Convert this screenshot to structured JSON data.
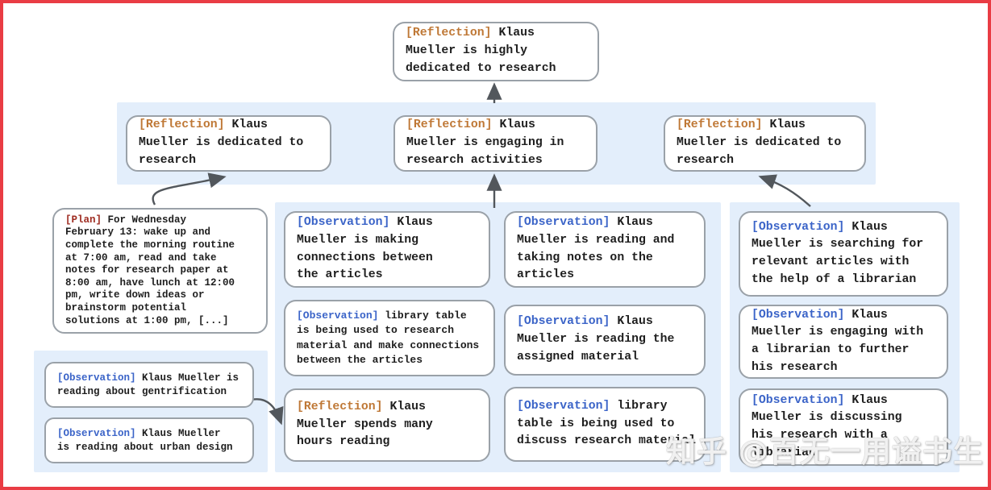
{
  "title": "Klaus Mueller reflection tree diagram",
  "watermark": "知乎 @百无一用谥书生",
  "colors": {
    "frame_border": "#e93c44",
    "panel_blue": "#e3eefb",
    "box_border": "#9aa1a8",
    "text": "#1e1e1e",
    "tag_reflection": "#bf7836",
    "tag_plan": "#9e2b20",
    "tag_observation": "#3b64c8",
    "arrow": "#52575c"
  },
  "nodes": {
    "top_reflection": {
      "tag": "[Reflection]",
      "tag_type": "reflection",
      "text": " Klaus\nMueller is highly\ndedicated to research"
    },
    "row2_left_reflection": {
      "tag": "[Reflection]",
      "tag_type": "reflection",
      "text": " Klaus\nMueller is dedicated to\nresearch"
    },
    "row2_mid_reflection": {
      "tag": "[Reflection]",
      "tag_type": "reflection",
      "text": " Klaus\nMueller is engaging in\nresearch activities"
    },
    "row2_right_reflection": {
      "tag": "[Reflection]",
      "tag_type": "reflection",
      "text": " Klaus\nMueller is dedicated to\nresearch"
    },
    "plan": {
      "tag": "[Plan]",
      "tag_type": "plan",
      "text": " For Wednesday\nFebruary 13: wake up and\ncomplete the morning routine\nat 7:00 am, read and take\nnotes for research paper at\n8:00 am, have lunch at 12:00\npm, write down ideas or\nbrainstorm potential\nsolutions at 1:00 pm, [...]"
    },
    "obs_gentrification": {
      "tag": "[Observation]",
      "tag_type": "observation",
      "text": " Klaus Mueller is\nreading about gentrification"
    },
    "obs_urban_design": {
      "tag": "[Observation]",
      "tag_type": "observation",
      "text": " Klaus Mueller\nis reading about urban design"
    },
    "obs_making_connections": {
      "tag": "[Observation]",
      "tag_type": "observation",
      "text": " Klaus\nMueller is making\nconnections between\nthe articles"
    },
    "obs_library_research": {
      "tag": "[Observation]",
      "tag_type": "observation",
      "text": " library table\nis being used to research\nmaterial and make connections\nbetween the articles"
    },
    "refl_hours_reading": {
      "tag": "[Reflection]",
      "tag_type": "reflection",
      "text": " Klaus\nMueller spends many\nhours reading"
    },
    "obs_taking_notes": {
      "tag": "[Observation]",
      "tag_type": "observation",
      "text": " Klaus\nMueller is reading and\ntaking notes on the\narticles"
    },
    "obs_assigned_material": {
      "tag": "[Observation]",
      "tag_type": "observation",
      "text": " Klaus\nMueller is reading the\nassigned material"
    },
    "obs_library_discuss": {
      "tag": "[Observation]",
      "tag_type": "observation",
      "text": " library\ntable is being used to\ndiscuss research material"
    },
    "obs_searching_articles": {
      "tag": "[Observation]",
      "tag_type": "observation",
      "text": " Klaus\nMueller is searching for\nrelevant articles with\nthe help of a librarian"
    },
    "obs_engaging_librarian": {
      "tag": "[Observation]",
      "tag_type": "observation",
      "text": " Klaus\nMueller is engaging with\na librarian to further\nhis research"
    },
    "obs_discussing_librarian": {
      "tag": "[Observation]",
      "tag_type": "observation",
      "text": " Klaus\nMueller is discussing\nhis research with a\nlibrarian"
    }
  }
}
